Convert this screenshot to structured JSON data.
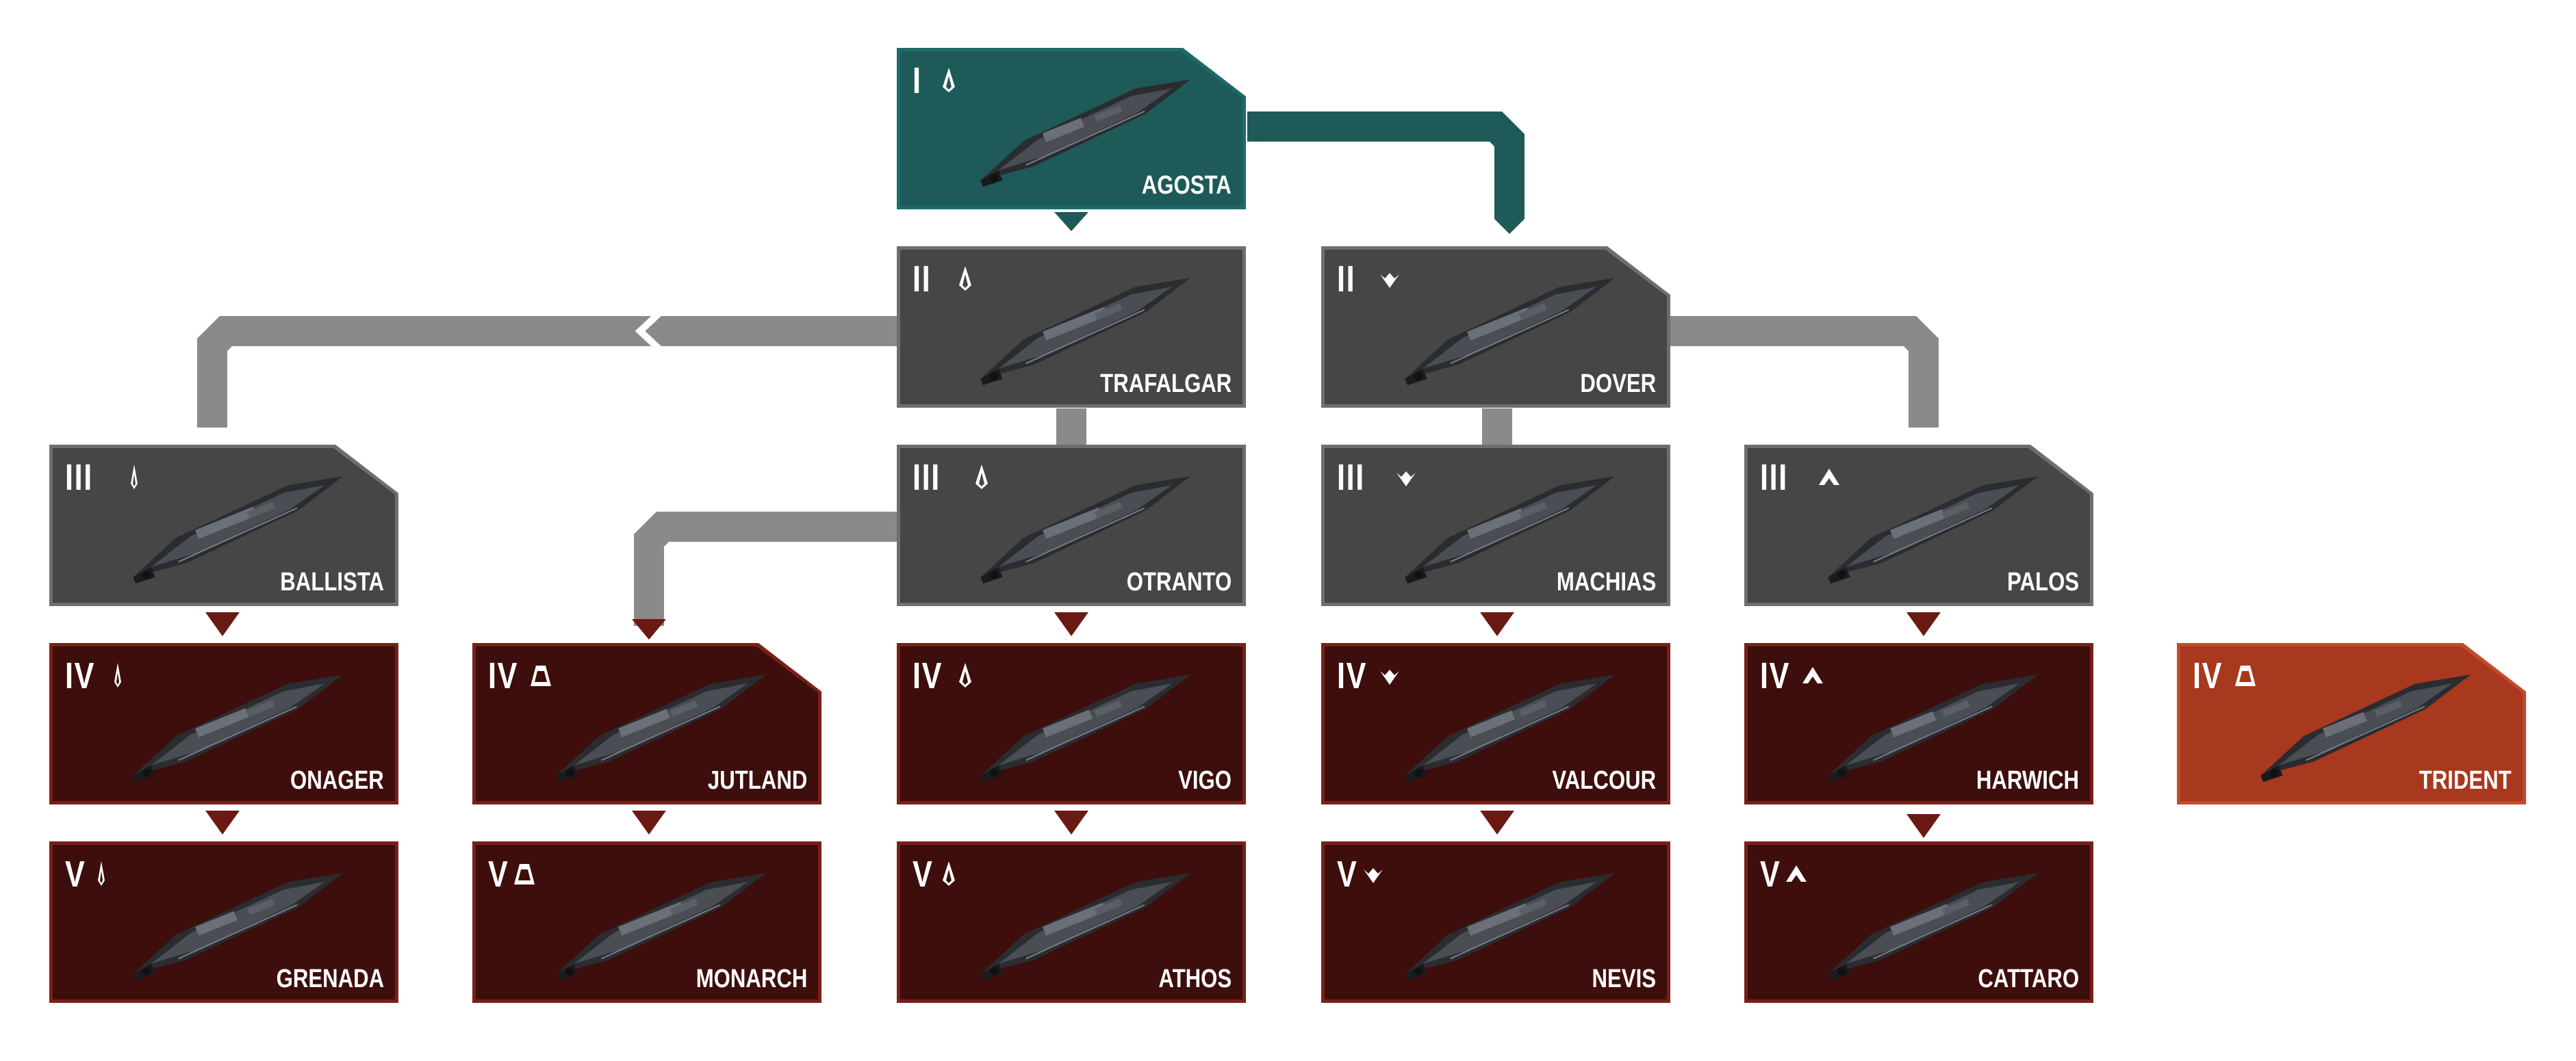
{
  "ships": [
    {
      "id": "agosta",
      "tier": "I",
      "name": "AGOSTA",
      "state": "teal",
      "icon": "icon-spear"
    },
    {
      "id": "trafalgar",
      "tier": "II",
      "name": "TRAFALGAR",
      "state": "grey",
      "icon": "icon-spear"
    },
    {
      "id": "dover",
      "tier": "II",
      "name": "DOVER",
      "state": "grey",
      "icon": "icon-fan"
    },
    {
      "id": "ballista",
      "tier": "III",
      "name": "BALLISTA",
      "state": "grey",
      "icon": "icon-needle"
    },
    {
      "id": "otranto",
      "tier": "III",
      "name": "OTRANTO",
      "state": "grey",
      "icon": "icon-spear"
    },
    {
      "id": "machias",
      "tier": "III",
      "name": "MACHIAS",
      "state": "grey",
      "icon": "icon-fan"
    },
    {
      "id": "palos",
      "tier": "III",
      "name": "PALOS",
      "state": "grey",
      "icon": "icon-arrow"
    },
    {
      "id": "onager",
      "tier": "IV",
      "name": "ONAGER",
      "state": "red",
      "icon": "icon-needle"
    },
    {
      "id": "jutland",
      "tier": "IV",
      "name": "JUTLAND",
      "state": "red",
      "icon": "icon-bell"
    },
    {
      "id": "vigo",
      "tier": "IV",
      "name": "VIGO",
      "state": "red",
      "icon": "icon-spear"
    },
    {
      "id": "valcour",
      "tier": "IV",
      "name": "VALCOUR",
      "state": "red",
      "icon": "icon-fan"
    },
    {
      "id": "harwich",
      "tier": "IV",
      "name": "HARWICH",
      "state": "red",
      "icon": "icon-arrow"
    },
    {
      "id": "trident",
      "tier": "IV",
      "name": "TRIDENT",
      "state": "orange",
      "icon": "icon-bell"
    },
    {
      "id": "grenada",
      "tier": "V",
      "name": "GRENADA",
      "state": "red",
      "icon": "icon-needle"
    },
    {
      "id": "monarch",
      "tier": "V",
      "name": "MONARCH",
      "state": "red",
      "icon": "icon-bell"
    },
    {
      "id": "athos",
      "tier": "V",
      "name": "ATHOS",
      "state": "red",
      "icon": "icon-spear"
    },
    {
      "id": "nevis",
      "tier": "V",
      "name": "NEVIS",
      "state": "red",
      "icon": "icon-fan"
    },
    {
      "id": "cattaro",
      "tier": "V",
      "name": "CATTARO",
      "state": "red",
      "icon": "icon-arrow"
    }
  ],
  "colors": {
    "teal": "#1d5a58",
    "grey": "#464646",
    "red": "#3d0e0b",
    "orange": "#a8381e",
    "connector_grey": "#8a8a8a",
    "connector_teal": "#1d5a58",
    "connector_red": "#6a1a12"
  }
}
